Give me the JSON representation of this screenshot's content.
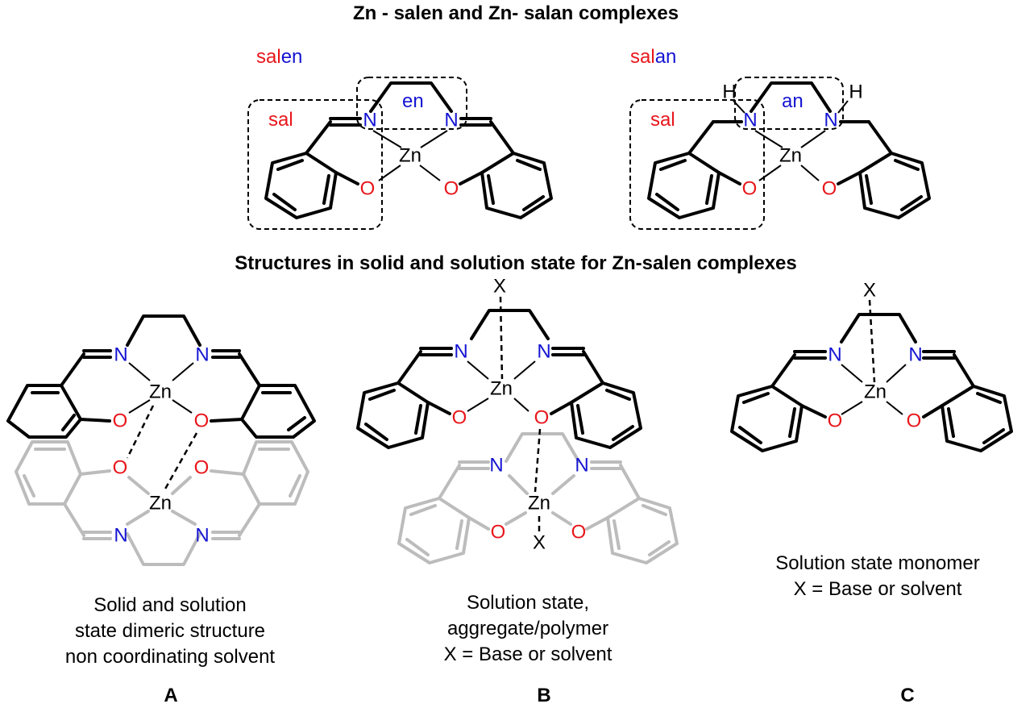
{
  "headings": {
    "top": "Zn - salen and Zn- salan complexes",
    "middle": "Structures in solid and solution state for Zn-salen complexes"
  },
  "salen": {
    "name_red": "sal",
    "name_blue": "en",
    "box_sal": "sal",
    "box_en": "en"
  },
  "salan": {
    "name_red": "sal",
    "name_blue": "an",
    "box_sal": "sal",
    "box_an": "an"
  },
  "atoms": {
    "N": "N",
    "O": "O",
    "Zn": "Zn",
    "H": "H",
    "X": "X"
  },
  "captions": {
    "A": [
      "Solid and solution",
      "state dimeric structure",
      "non coordinating solvent"
    ],
    "B": [
      "Solution state,",
      "aggregate/polymer",
      "X = Base or solvent"
    ],
    "C": [
      "Solution state monomer",
      "X = Base or solvent"
    ]
  },
  "letters": {
    "A": "A",
    "B": "B",
    "C": "C"
  },
  "colors": {
    "oxygen": "#e8161b",
    "nitrogen": "#1414d2",
    "lower_unit": "#b8b8b8",
    "bonds": "#000000"
  }
}
